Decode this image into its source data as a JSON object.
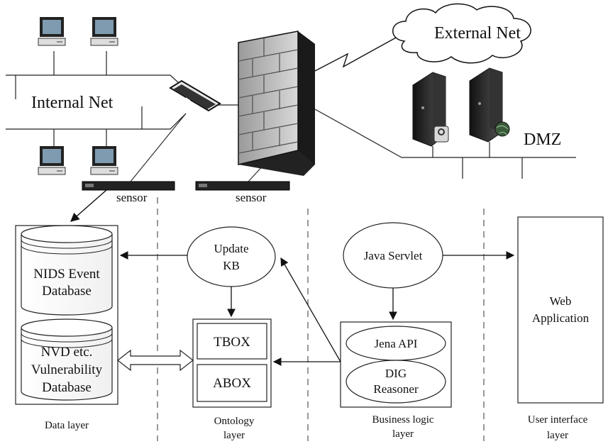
{
  "network": {
    "internal_net": "Internal Net",
    "external_net": "External Net",
    "dmz": "DMZ",
    "sensor_left": "sensor",
    "sensor_right": "sensor"
  },
  "data_layer": {
    "nids_line1": "NIDS Event",
    "nids_line2": "Database",
    "nvd_line1": "NVD etc.",
    "nvd_line2": "Vulnerability",
    "nvd_line3": "Database",
    "caption": "Data layer"
  },
  "ontology_layer": {
    "update_line1": "Update",
    "update_line2": "KB",
    "tbox": "TBOX",
    "abox": "ABOX",
    "caption_line1": "Ontology",
    "caption_line2": "layer"
  },
  "business_layer": {
    "servlet": "Java Servlet",
    "jena": "Jena API",
    "dig_line1": "DIG",
    "dig_line2": "Reasoner",
    "caption_line1": "Business logic",
    "caption_line2": "layer"
  },
  "ui_layer": {
    "web_line1": "Web",
    "web_line2": "Application",
    "caption_line1": "User interface",
    "caption_line2": "layer"
  }
}
